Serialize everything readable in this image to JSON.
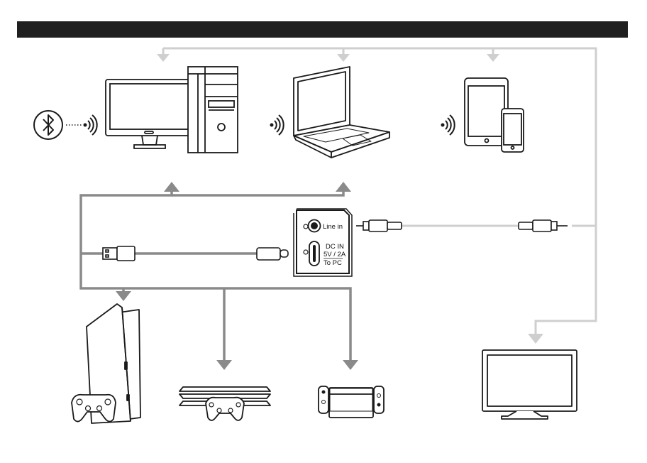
{
  "port_panel": {
    "line_in_label": "Line in",
    "dc_in_label": "DC IN",
    "power_label": "5V / 2A",
    "to_pc_label": "To PC"
  },
  "devices": {
    "bluetooth": "bluetooth-icon",
    "wireless": "wireless-signal-icon",
    "desktop": "desktop-pc-icon",
    "laptop": "laptop-icon",
    "tablet_phone": "tablet-and-phone-icon",
    "ps5": "playstation-5-icon",
    "ps4": "playstation-4-icon",
    "switch": "nintendo-switch-icon",
    "tv": "tv-icon"
  },
  "colors": {
    "title_bar": "#1f1f1f",
    "usb_path": "#8a8a8a",
    "audio_path": "#cfcfcf",
    "outline": "#1a1a1a"
  }
}
